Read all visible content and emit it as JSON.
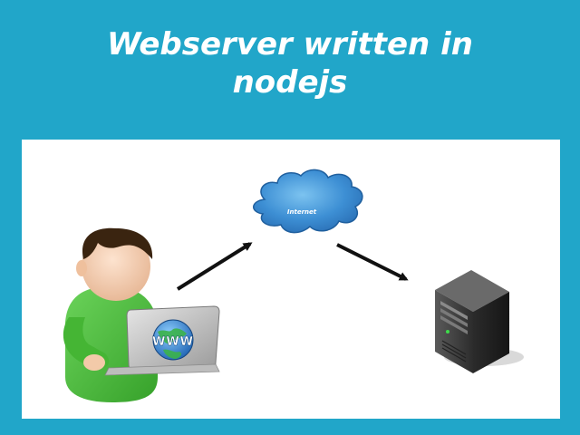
{
  "slide": {
    "title_line1": "Webserver written in",
    "title_line2": "nodejs"
  },
  "diagram": {
    "cloud_label": "Internet",
    "laptop_label": "WWW",
    "nodes": [
      {
        "name": "user",
        "icon": "user-with-laptop-icon"
      },
      {
        "name": "internet",
        "icon": "cloud-icon"
      },
      {
        "name": "server",
        "icon": "server-tower-icon"
      }
    ],
    "edges": [
      {
        "from": "user",
        "to": "internet"
      },
      {
        "from": "internet",
        "to": "server"
      }
    ]
  },
  "colors": {
    "background": "#21a6c9",
    "panel": "#ffffff",
    "title_text": "#ffffff",
    "cloud": "#3d8fd4",
    "shirt": "#4dbb3c",
    "hair": "#3a2410",
    "server": "#3b3b3b",
    "arrow": "#111111"
  }
}
